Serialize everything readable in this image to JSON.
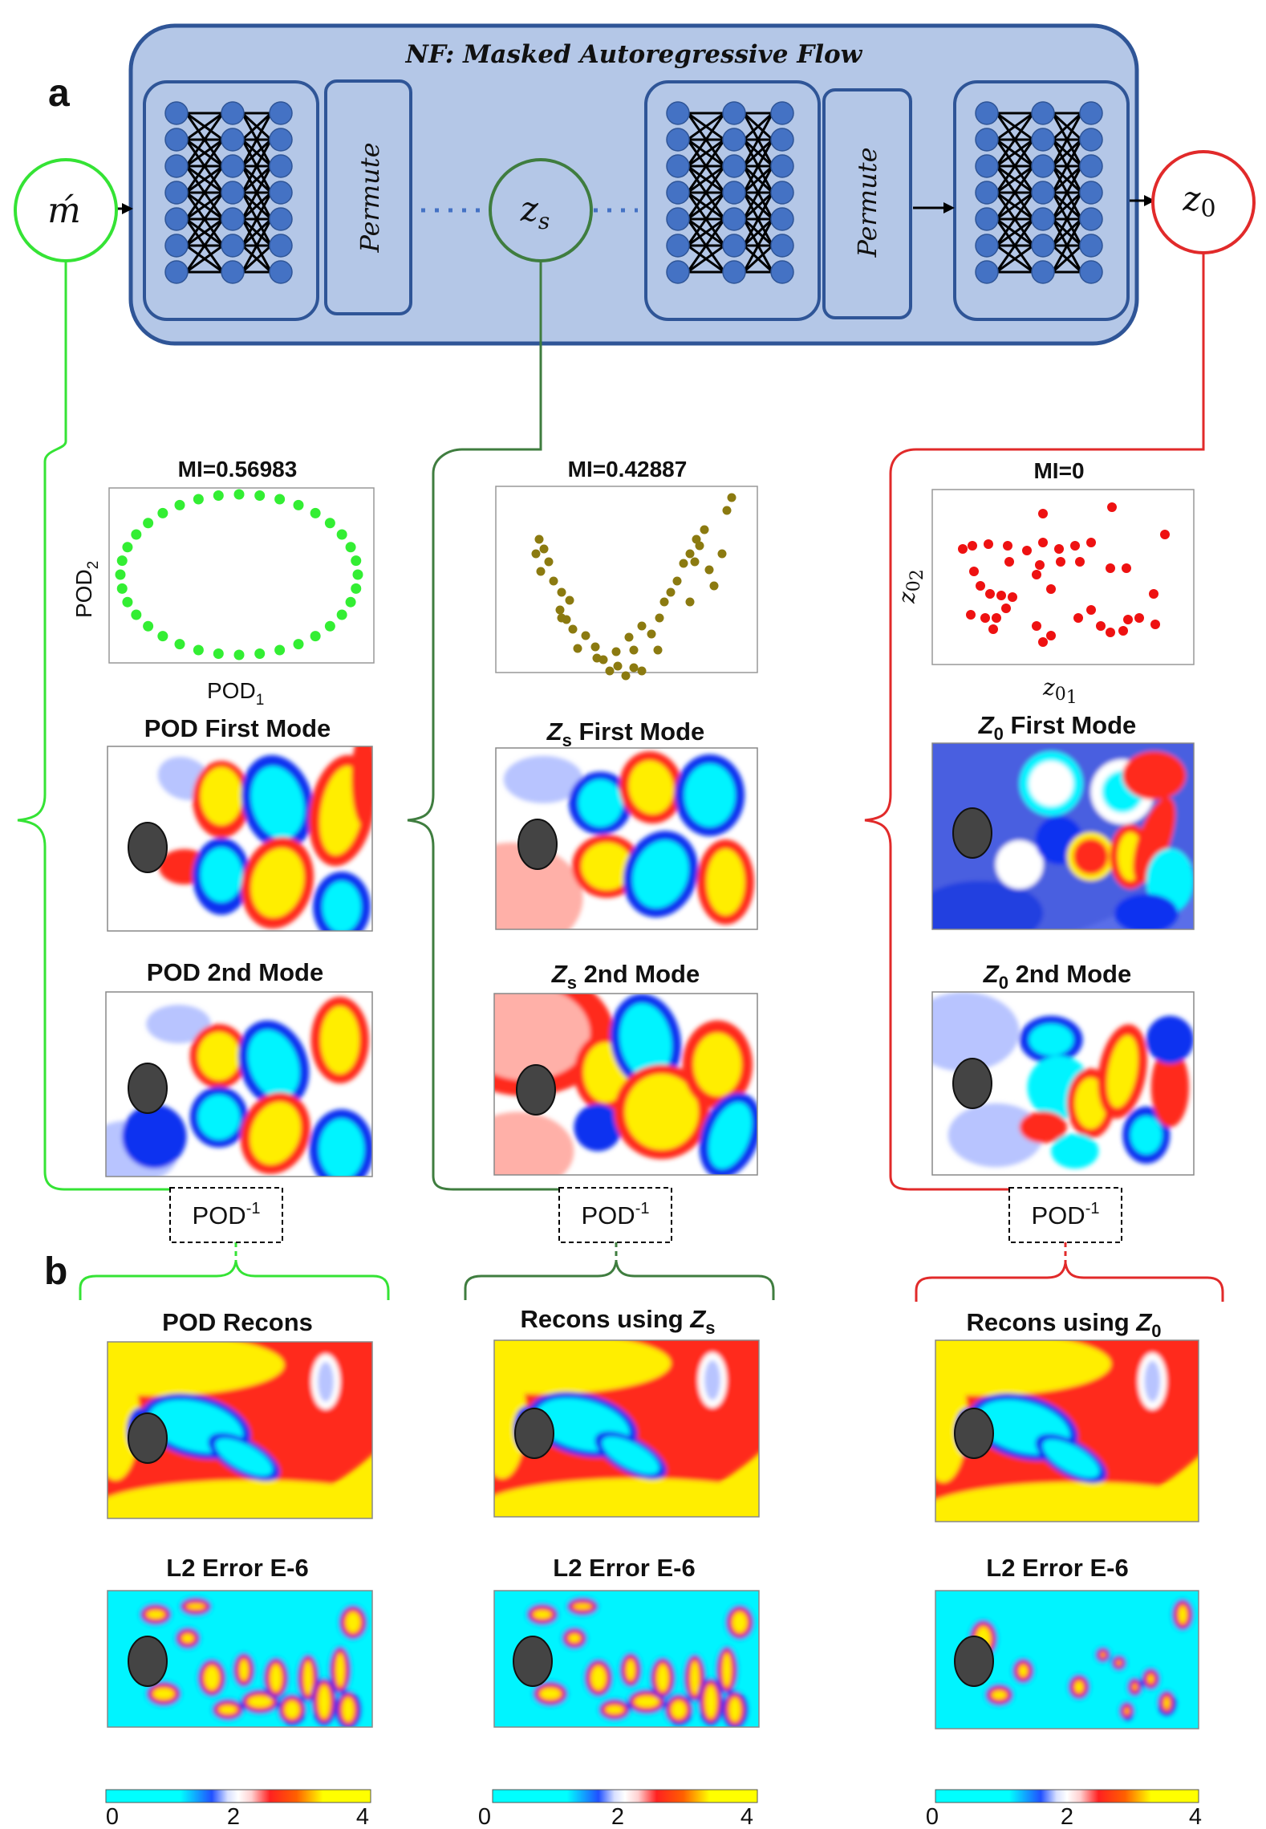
{
  "panel_labels": {
    "a": "a",
    "b": "b"
  },
  "nf_title": "NF: Masked Autoregressive Flow",
  "permute_label": "Permute",
  "nodes": {
    "input": "ḿ",
    "zs": "z",
    "zs_sub": "s",
    "z0": "z",
    "z0_sub": "0"
  },
  "columns": [
    {
      "key": "pod",
      "color": "#35e335",
      "mi": "MI=0.56983",
      "xlabel": "POD",
      "xlabel_sub": "1",
      "ylabel": "POD",
      "ylabel_sub": "2",
      "mode1_title": "POD First Mode",
      "mode2_title": "POD 2nd Mode",
      "inverse": "POD",
      "inverse_sup": "-1",
      "recons_title": "POD Recons",
      "error_title": "L2 Error E-6"
    },
    {
      "key": "zs",
      "color": "#3f7d3f",
      "mi": "MI=0.42887",
      "mode1_prefix": "Z",
      "mode1_sub": "s",
      "mode1_rest": " First Mode",
      "mode2_prefix": "Z",
      "mode2_sub": "s",
      "mode2_rest": " 2nd Mode",
      "inverse": "POD",
      "inverse_sup": "-1",
      "recons_prefix": "Recons using ",
      "recons_var": "Z",
      "recons_sub": "s",
      "error_title": "L2 Error E-6"
    },
    {
      "key": "z0",
      "color": "#e12a2a",
      "mi": "MI=0",
      "xlabel": "z",
      "xlabel_sub": "0",
      "xlabel_subsub": "1",
      "ylabel": "z",
      "ylabel_sub": "0",
      "ylabel_subsub": "2",
      "mode1_prefix": "Z",
      "mode1_sub": "0",
      "mode1_rest": " First Mode",
      "mode2_prefix": "Z",
      "mode2_sub": "0",
      "mode2_rest": " 2nd Mode",
      "inverse": "POD",
      "inverse_sup": "-1",
      "recons_prefix": "Recons using ",
      "recons_var": "Z",
      "recons_sub": "0",
      "error_title": "L2 Error E-6"
    }
  ],
  "colorbar_ticks": [
    "0",
    "2",
    "4"
  ],
  "colors": {
    "nf_fill": "#b4c7e7",
    "nf_border": "#2f5597",
    "node_fill": "#4472c4",
    "cyan": "#00ffff",
    "yellow": "#ffff00",
    "red": "#ff0000",
    "blue": "#0000ff",
    "cylinder": "#444444"
  }
}
